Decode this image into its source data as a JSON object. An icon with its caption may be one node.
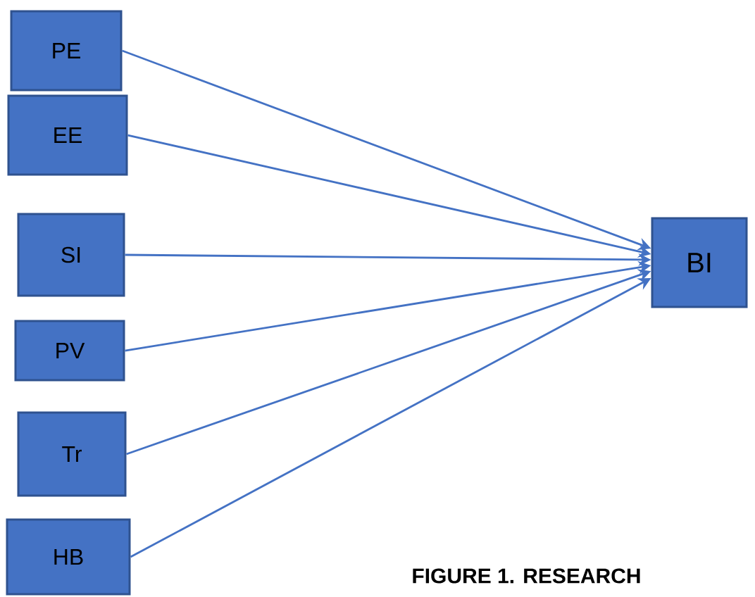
{
  "diagram": {
    "caption": "FIGURE 1. RESEARCH",
    "nodes": [
      {
        "text": [
          "PE"
        ]
      },
      {
        "text": [
          "EE"
        ]
      },
      {
        "text": [
          "SI"
        ]
      },
      {
        "text": [
          "PV"
        ]
      },
      {
        "text": [
          "Tr"
        ]
      },
      {
        "text": [
          "HB"
        ]
      },
      {
        "text": [
          "BI"
        ]
      }
    ],
    "edges": [
      {
        "from": 0,
        "to": 6,
        "arrow": "to"
      },
      {
        "from": 1,
        "to": 6,
        "arrow": "to"
      },
      {
        "from": 2,
        "to": 6,
        "arrow": "to"
      },
      {
        "from": 3,
        "to": 6,
        "arrow": "to"
      },
      {
        "from": 4,
        "to": 6,
        "arrow": "to"
      },
      {
        "from": 5,
        "to": 6,
        "arrow": "to"
      }
    ]
  }
}
